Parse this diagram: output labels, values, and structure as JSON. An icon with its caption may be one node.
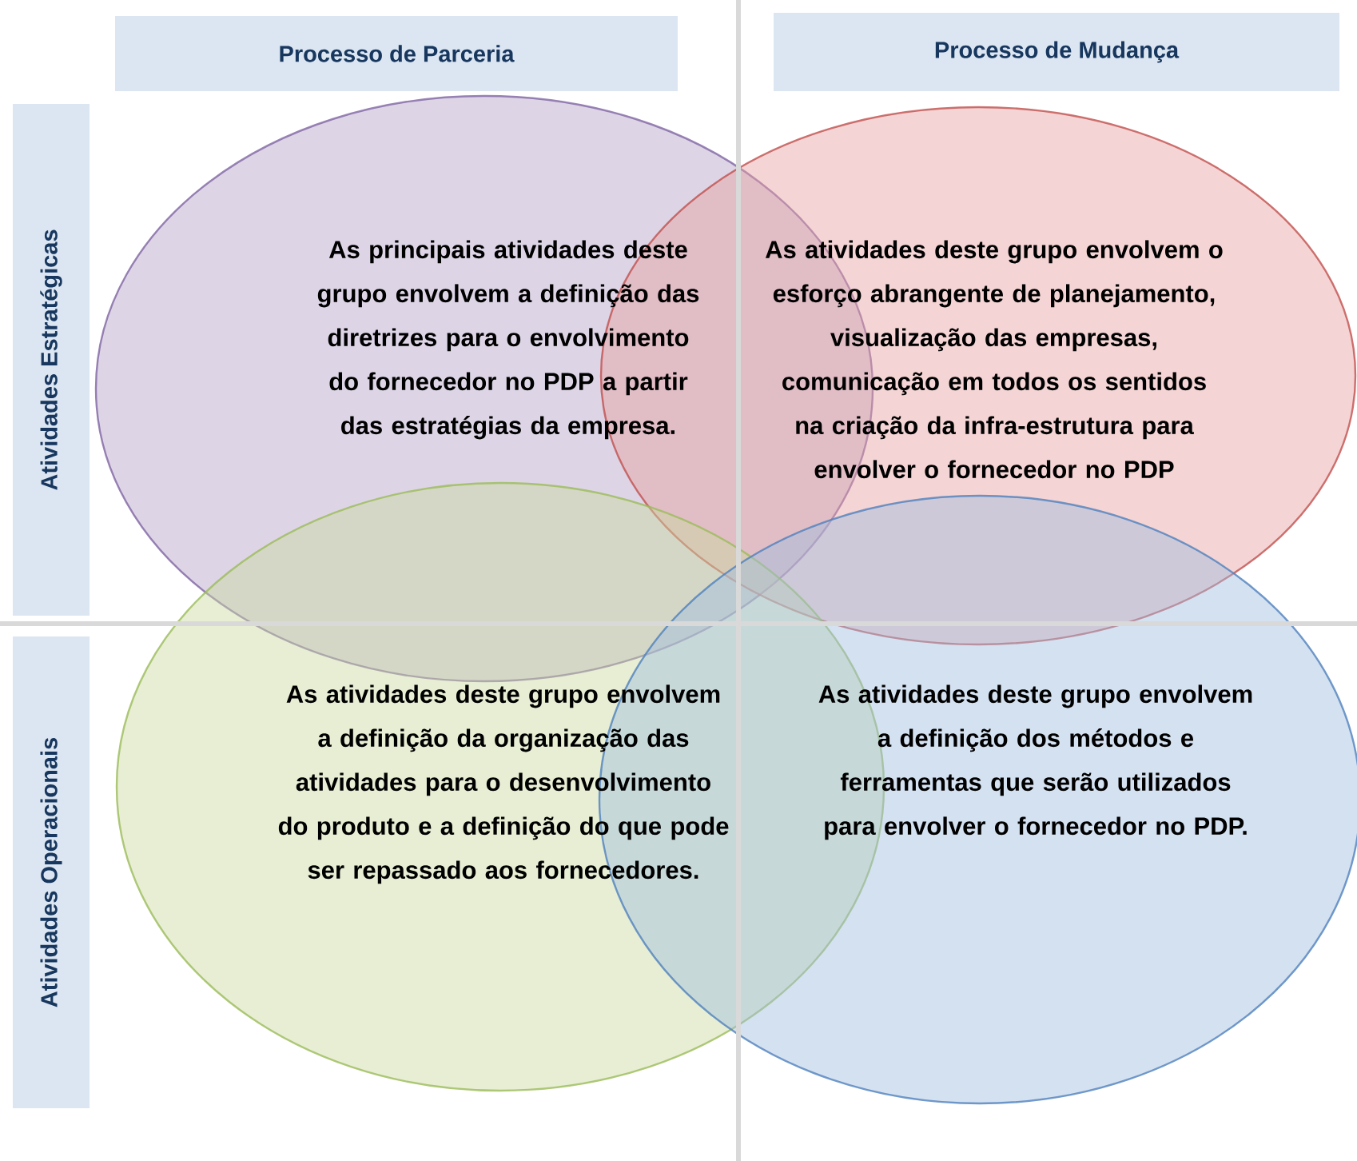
{
  "diagram": {
    "nodes": [
      {
        "text": [
          "Processo de Parceria"
        ]
      },
      {
        "text": [
          "Processo de Mudança"
        ]
      },
      {
        "text": [
          "Atividades Estratégicas"
        ]
      },
      {
        "text": [
          "Atividades Operacionais"
        ]
      },
      {
        "text": [
          "As principais atividades deste grupo envolvem a definição das diretrizes para o envolvimento do fornecedor no PDP a partir das estratégias da empresa."
        ]
      },
      {
        "text": [
          "As atividades deste grupo envolvem o esforço abrangente de planejamento, visualização das empresas, comunicação em todos os sentidos na criação da infra-estrutura para envolver o fornecedor no PDP"
        ]
      },
      {
        "text": [
          "As atividades deste grupo envolvem a definição da organização das atividades para o desenvolvimento do produto e a definição do que pode ser repassado aos fornecedores."
        ]
      },
      {
        "text": [
          "As atividades deste grupo envolvem a definição dos métodos e ferramentas que serão utilizados para envolver o fornecedor no PDP."
        ]
      }
    ]
  }
}
